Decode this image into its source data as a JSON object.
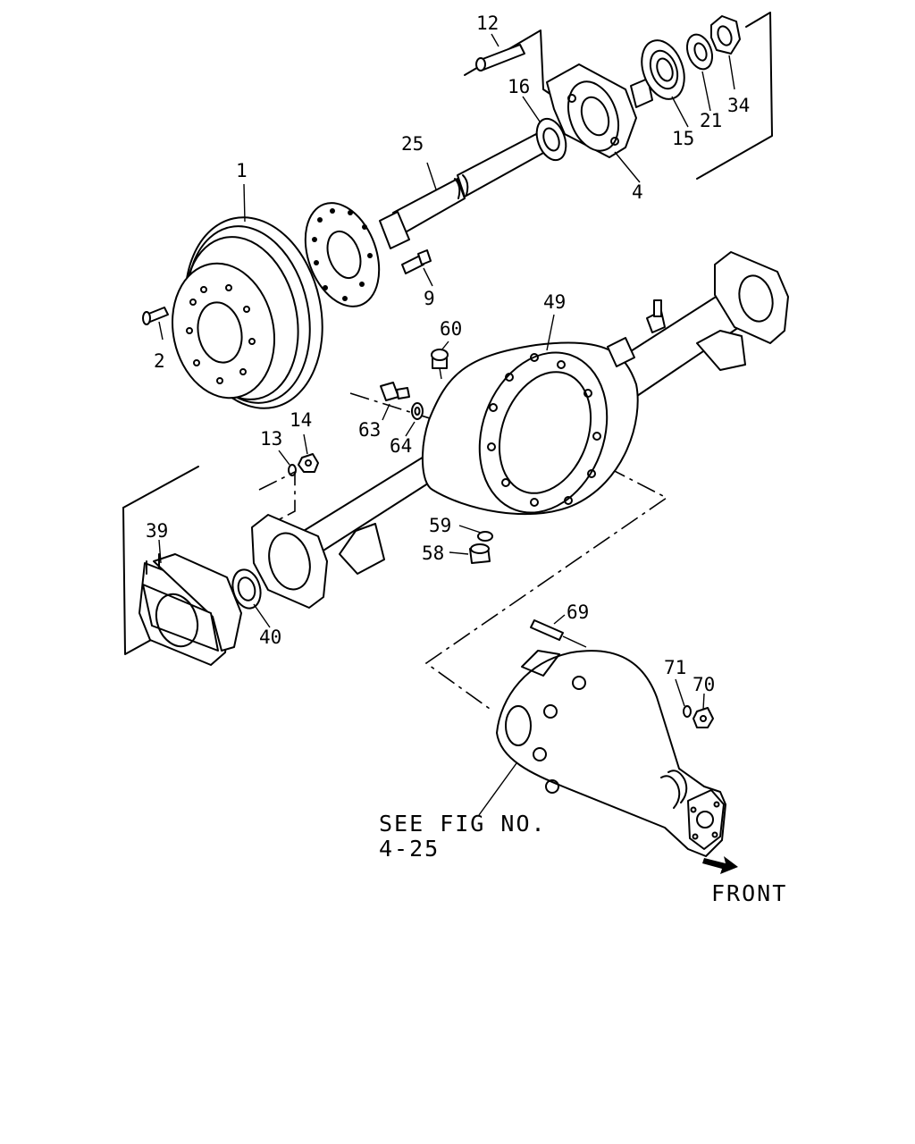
{
  "callouts": [
    {
      "id": "1",
      "text": "1"
    },
    {
      "id": "2",
      "text": "2"
    },
    {
      "id": "4",
      "text": "4"
    },
    {
      "id": "9",
      "text": "9"
    },
    {
      "id": "12",
      "text": "12"
    },
    {
      "id": "13",
      "text": "13"
    },
    {
      "id": "14",
      "text": "14"
    },
    {
      "id": "15",
      "text": "15"
    },
    {
      "id": "16",
      "text": "16"
    },
    {
      "id": "21",
      "text": "21"
    },
    {
      "id": "25",
      "text": "25"
    },
    {
      "id": "34",
      "text": "34"
    },
    {
      "id": "39",
      "text": "39"
    },
    {
      "id": "40",
      "text": "40"
    },
    {
      "id": "49",
      "text": "49"
    },
    {
      "id": "58",
      "text": "58"
    },
    {
      "id": "59",
      "text": "59"
    },
    {
      "id": "60",
      "text": "60"
    },
    {
      "id": "63",
      "text": "63"
    },
    {
      "id": "64",
      "text": "64"
    },
    {
      "id": "69",
      "text": "69"
    },
    {
      "id": "70",
      "text": "70"
    },
    {
      "id": "71",
      "text": "71"
    }
  ],
  "notes": {
    "see_fig_line1": "SEE FIG NO.",
    "see_fig_line2": "4-25",
    "front": "FRONT"
  }
}
